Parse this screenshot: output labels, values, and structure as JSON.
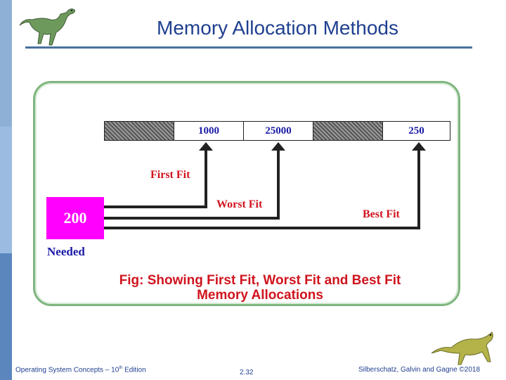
{
  "slide": {
    "title": "Memory Allocation Methods",
    "footer_left": "Operating System Concepts – 10",
    "footer_left_sup": "th",
    "footer_left_tail": " Edition",
    "footer_center": "2.32",
    "footer_right": "Silberschatz, Galvin and Gagne ©2018"
  },
  "diagram": {
    "memory_blocks": [
      {
        "label": "",
        "used": true
      },
      {
        "label": "1000",
        "used": false
      },
      {
        "label": "25000",
        "used": false
      },
      {
        "label": "",
        "used": true
      },
      {
        "label": "250",
        "used": false
      }
    ],
    "process": {
      "size": "200",
      "label": "Needed"
    },
    "arrows": {
      "first_fit": "First Fit",
      "worst_fit": "Worst Fit",
      "best_fit": "Best Fit"
    },
    "caption_line1": "Fig: Showing First Fit, Worst Fit and Best Fit",
    "caption_line2": "Memory Allocations"
  },
  "colors": {
    "title": "#1f3f8f",
    "process_box": "#ff00ff",
    "caption": "#d0141e",
    "block_text": "#1a1aa6"
  }
}
